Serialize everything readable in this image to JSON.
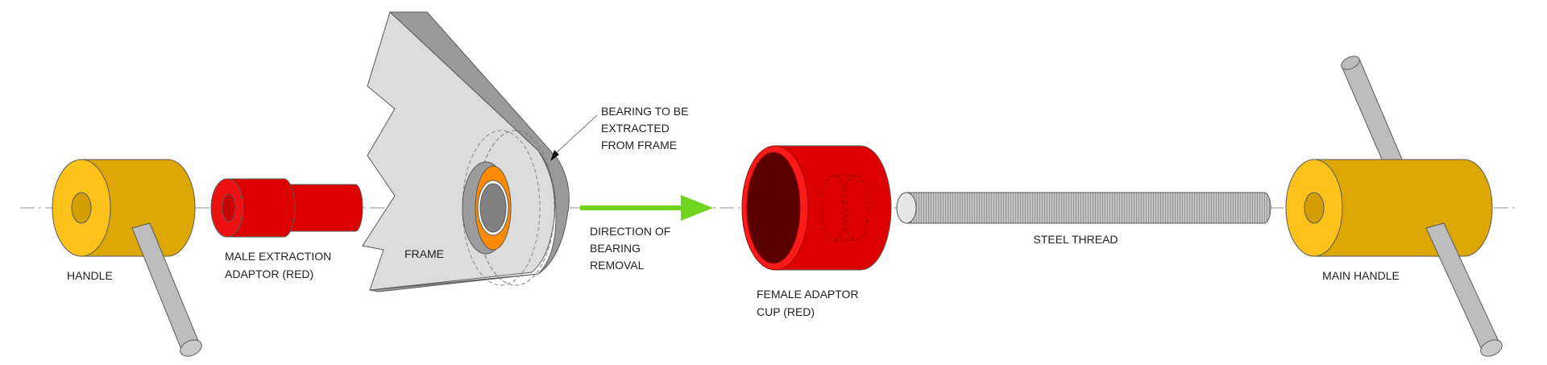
{
  "labels": {
    "handle": "HANDLE",
    "male_adaptor": [
      "MALE EXTRACTION",
      "ADAPTOR (RED)"
    ],
    "frame": "FRAME",
    "bearing": [
      "BEARING TO BE",
      "EXTRACTED",
      "FROM FRAME"
    ],
    "direction": [
      "DIRECTION OF",
      "BEARING",
      "REMOVAL"
    ],
    "female_cup": [
      "FEMALE ADAPTOR",
      "CUP (RED)"
    ],
    "steel_thread": "STEEL THREAD",
    "main_handle": "MAIN HANDLE"
  },
  "colors": {
    "handle_face": "#fcc219",
    "handle_body": "#dea600",
    "red": "#dd0000",
    "red_dark": "#5a0000",
    "frame_light": "#dcdcdc",
    "frame_dark": "#9a9a9a",
    "bearing_orange": "#ff8a00",
    "arrow_green": "#6fd41c",
    "rod": "#bdbdbd"
  }
}
